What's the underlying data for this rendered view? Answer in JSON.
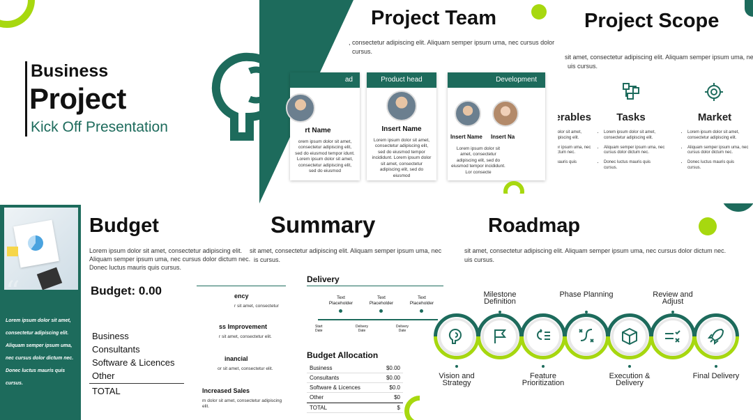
{
  "title_slide": {
    "line1": "Business",
    "line2": "Project",
    "line3": "Kick Off Presentation"
  },
  "team_slide": {
    "title": "Project Team",
    "intro": ", consectetur adipiscing elit. Aliquam semper ipsum uma, nec cursus dolor",
    "intro2": "cursus.",
    "cards": [
      {
        "header": "ad",
        "name": "rt Name",
        "body": "orem ipsum dolor sit amet, consectetur adipiscing elit, sed do eiusmod tempor idunt. Lorem ipsum dolor sit amet, consectetur adipiscing elit, sed do eiusmod"
      },
      {
        "header": "Product head",
        "name": "Insert Name",
        "body": "Lorem ipsum dolor sit amet, consectetur adipiscing elit, sed do eiusmod tempor incididunt. Lorem ipsum dolor sit amet, consectetur adipiscing elit, sed do eiusmod"
      },
      {
        "header": "Development",
        "name": "Insert Name",
        "name2": "Insert Na",
        "body": "Lorem ipsum dolor sit amet, consectetur adipiscing elit, sed do eiusmod tempor incididunt. Lor consecte"
      }
    ]
  },
  "scope_slide": {
    "title": "Project Scope",
    "intro": "sit amet, consectetur adipiscing elit. Aliquam semper ipsum uma, nec",
    "intro2": "uis cursus.",
    "columns": [
      {
        "label": "verables",
        "icon": "deliverables-icon",
        "items": [
          "Lorem ipsum dolor sit amet, consectetur adipiscing elit.",
          "Aliquam semper ipsum uma, nec cursus dolor dictum nec.",
          "Donec luctus mauris quis cursus."
        ]
      },
      {
        "label": "Tasks",
        "icon": "tasks-icon",
        "items": [
          "Lorem ipsum dolor sit amet, consectetur adipiscing elit.",
          "Aliquam semper ipsum uma, nec cursus dolor dictum nec.",
          "Donec luctus mauris quis cursus."
        ]
      },
      {
        "label": "Market",
        "icon": "target-icon",
        "items": [
          "Lorem ipsum dolor sit amet, consectetur adipiscing elit.",
          "Aliquam semper ipsum uma, nec cursus dolor dictum nec.",
          "Donec luctus mauris quis cursus."
        ]
      }
    ]
  },
  "budget_slide": {
    "title": "Budget",
    "intro": "Lorem ipsum dolor sit amet, consectetur adipiscing elit. Aliquam semper ipsum uma, nec cursus dolor dictum nec. Donec luctus mauris quis cursus.",
    "budget_label": "Budget: 0.00",
    "items": [
      "Business",
      "Consultants",
      "Software & Licences",
      "Other"
    ],
    "total": "TOTAL",
    "quote": "Lorem ipsum dolor sit amet, consectetur adipiscing elit. Aliquam semper ipsum uma, nec cursus dolor dictum nec. Donec luctus mauris quis cursus."
  },
  "summary_slide": {
    "title": "Summary",
    "intro": "sit amet, consectetur adipiscing elit. Aliquam semper ipsum uma, nec",
    "intro2": "is cursus.",
    "left_items": [
      {
        "title": "ency",
        "text": "r sit amet, consectetur"
      },
      {
        "title": "ss Improvement",
        "text": "r sit amet, consectetur elit."
      },
      {
        "title": "inancial",
        "text": "or sit amet, consectetur elit."
      },
      {
        "title": "Increased Sales",
        "text": "m dolor sit amet, consectetur adipiscing elit."
      }
    ],
    "delivery_title": "Delivery",
    "delivery_top": [
      "Text Placeholder",
      "Text Placeholder",
      "Text Placeholder"
    ],
    "delivery_bottom": [
      "Start Date",
      "Delivery Date",
      "Delivery Date"
    ],
    "allocation_title": "Budget Allocation",
    "allocation": [
      {
        "label": "Business",
        "value": "$0.00"
      },
      {
        "label": "Consultants",
        "value": "$0.00"
      },
      {
        "label": "Software & Licences",
        "value": "$0.0"
      },
      {
        "label": "Other",
        "value": "$0"
      },
      {
        "label": "TOTAL",
        "value": "$"
      }
    ]
  },
  "roadmap_slide": {
    "title": "Roadmap",
    "intro": "sit amet, consectetur adipiscing elit. Aliquam semper ipsum uma, nec cursus dolor dictum nec.",
    "intro2": "uis cursus.",
    "steps": [
      {
        "label": "Vision and Strategy",
        "pos": "bottom",
        "icon": "head-spiral-icon"
      },
      {
        "label": "Milestone Definition",
        "pos": "top",
        "icon": "flag-icon"
      },
      {
        "label": "Feature Prioritization",
        "pos": "bottom",
        "icon": "list-refresh-icon"
      },
      {
        "label": "Phase Planning",
        "pos": "top",
        "icon": "route-icon"
      },
      {
        "label": "Execution & Delivery",
        "pos": "bottom",
        "icon": "box-icon"
      },
      {
        "label": "Review and Adjust",
        "pos": "top",
        "icon": "checklist-icon"
      },
      {
        "label": "Final Delivery",
        "pos": "bottom",
        "icon": "rocket-icon"
      }
    ]
  },
  "colors": {
    "teal": "#1d6b5c",
    "lime": "#a7d80f"
  }
}
